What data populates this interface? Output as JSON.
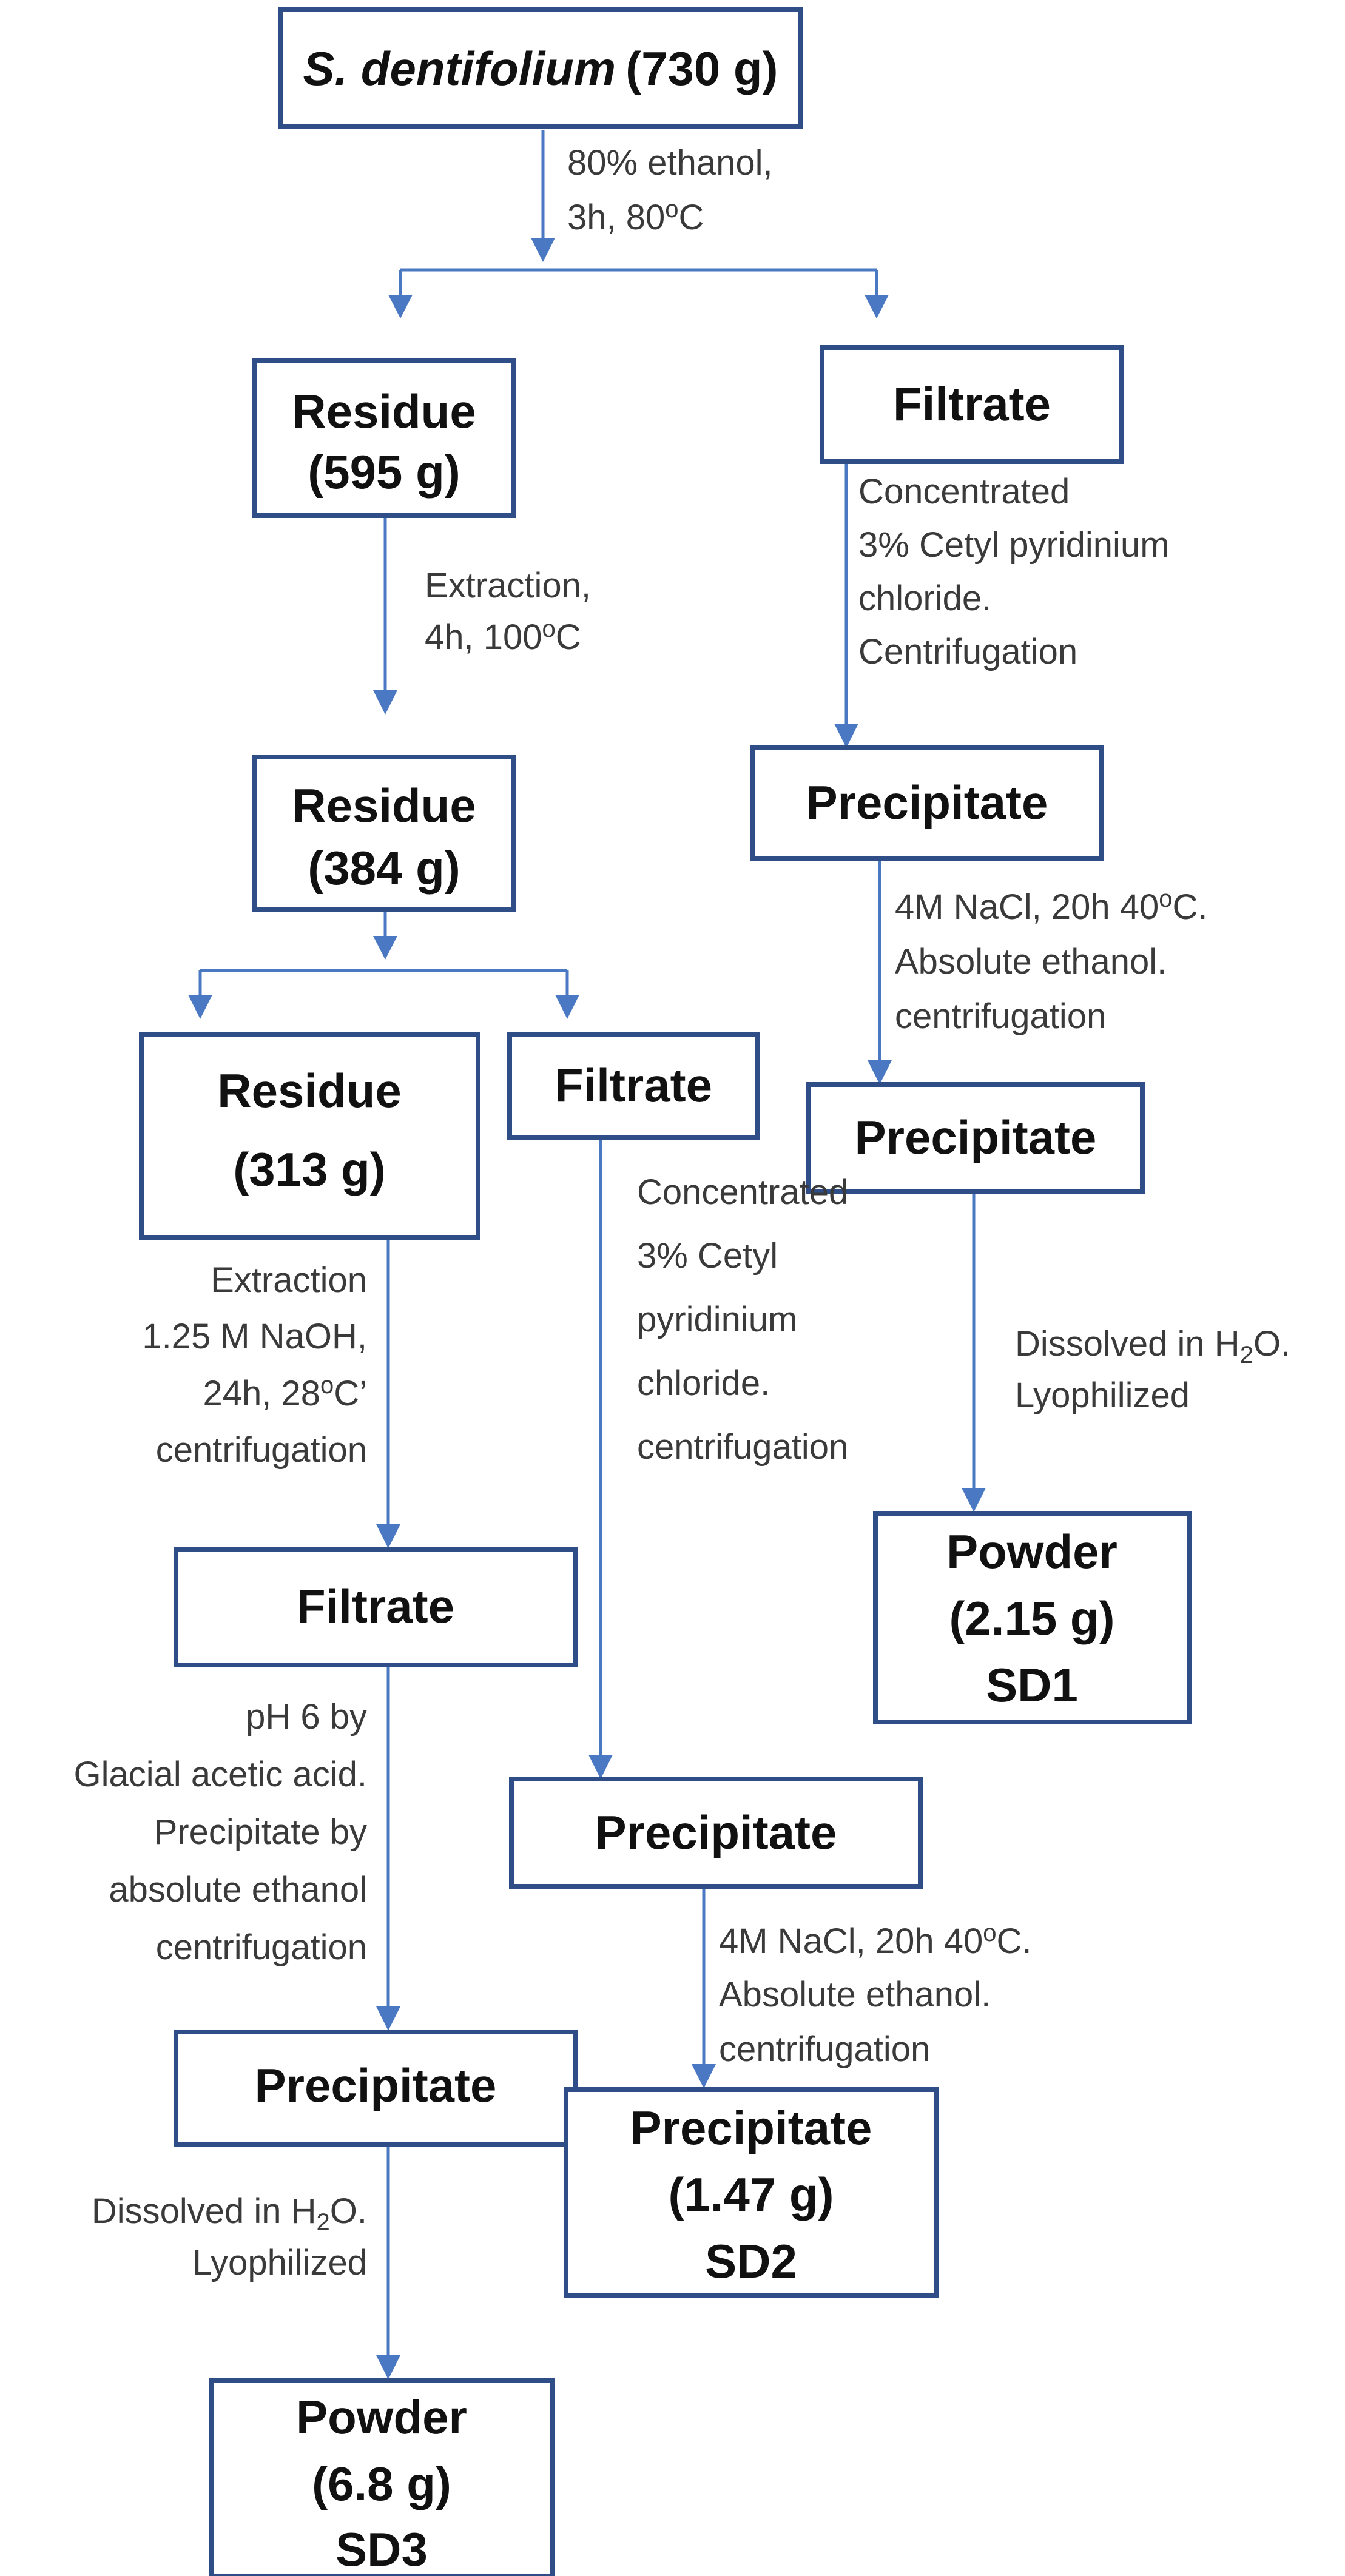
{
  "root": {
    "species": "S. dentifolium",
    "amount": "(730 g)"
  },
  "step1": [
    "80% ethanol,",
    "3h, 80°C"
  ],
  "left": {
    "residue1": [
      "Residue",
      "(595 g)"
    ],
    "step2": [
      "Extraction,",
      "4h, 100°C"
    ],
    "residue2": [
      "Residue",
      "(384 g)"
    ],
    "residue3": [
      "Residue",
      "(313 g)"
    ],
    "step_naoh": [
      "Extraction",
      "1.25  M NaOH,",
      "24h,  28°C’",
      "centrifugation"
    ],
    "filtrate": "Filtrate",
    "step_acid": [
      "pH 6 by",
      "Glacial acetic acid.",
      "Precipitate by",
      "absolute ethanol",
      "centrifugation"
    ],
    "precipitate": "Precipitate",
    "step_dissolve": [
      "Dissolved in H2O.",
      "Lyophilized"
    ],
    "powder": [
      "Powder",
      "(6.8 g)",
      "SD3"
    ]
  },
  "middle": {
    "filtrate": "Filtrate",
    "step_cetyl": [
      "Concentrated",
      "3% Cetyl",
      "pyridinium",
      "chloride.",
      "centrifugation"
    ],
    "precipitate": "Precipitate",
    "step_nacl": [
      "4M  NaCl, 20h 40°C.",
      "Absolute ethanol.",
      "centrifugation"
    ],
    "result": [
      "Precipitate",
      "(1.47 g)",
      "SD2"
    ]
  },
  "right": {
    "filtrate": "Filtrate",
    "step_cetyl": [
      "Concentrated",
      "3% Cetyl pyridinium",
      "chloride.",
      "Centrifugation"
    ],
    "precipitate1": "Precipitate",
    "step_nacl": [
      "4M NaCl, 20h 40°C.",
      "Absolute ethanol.",
      "centrifugation"
    ],
    "precipitate2": "Precipitate",
    "step_dissolve": [
      "Dissolved in H2O.",
      "Lyophilized"
    ],
    "powder": [
      "Powder",
      "(2.15 g)",
      "SD1"
    ]
  }
}
